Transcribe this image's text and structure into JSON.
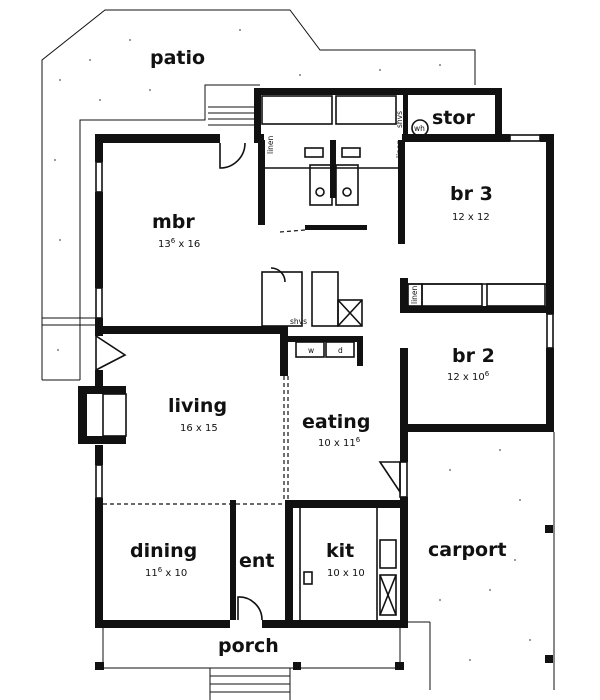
{
  "rooms": {
    "patio": {
      "name": "patio"
    },
    "stor": {
      "name": "stor"
    },
    "mbr": {
      "name": "mbr",
      "dim_a": "13",
      "dim_a_sup": "6",
      "dim_b": " x 16"
    },
    "br3": {
      "name": "br 3",
      "dim": "12 x 12"
    },
    "br2": {
      "name": "br 2",
      "dim_a": "12 x 10",
      "dim_a_sup": "6"
    },
    "living": {
      "name": "living",
      "dim": "16 x 15"
    },
    "eating": {
      "name": "eating",
      "dim_a": "10 x 11",
      "dim_a_sup": "6"
    },
    "dining": {
      "name": "dining",
      "dim_a": "11",
      "dim_a_sup": "6",
      "dim_b": " x 10"
    },
    "ent": {
      "name": "ent"
    },
    "kit": {
      "name": "kit",
      "dim": "10 x 10"
    },
    "carport": {
      "name": "carport"
    },
    "porch": {
      "name": "porch"
    }
  },
  "fixtures": {
    "linen_mbr": "linen",
    "linen_bath": "linen",
    "linen_hall": "linen",
    "shvs_top": "shvs",
    "shvs_hall": "shvs",
    "water_heater": "wh",
    "washer": "w",
    "dryer": "d"
  }
}
